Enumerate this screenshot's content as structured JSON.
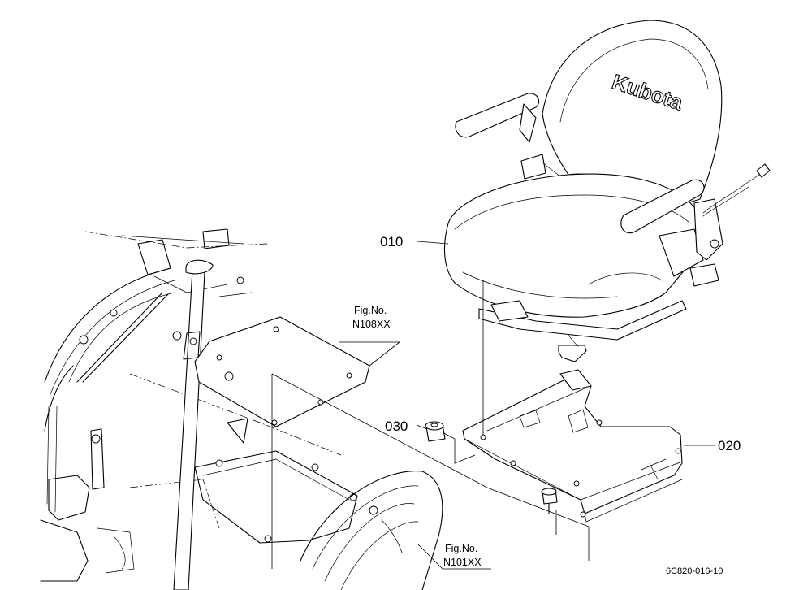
{
  "parts": [
    {
      "number": "010"
    },
    {
      "number": "020"
    },
    {
      "number": "030"
    }
  ],
  "figure_refs": [
    {
      "line1": "Fig.No.",
      "line2": "N108XX"
    },
    {
      "line1": "Fig.No.",
      "line2": "N101XX"
    }
  ],
  "seat_brand": "Kubota",
  "document_id": "6C820-016-10"
}
